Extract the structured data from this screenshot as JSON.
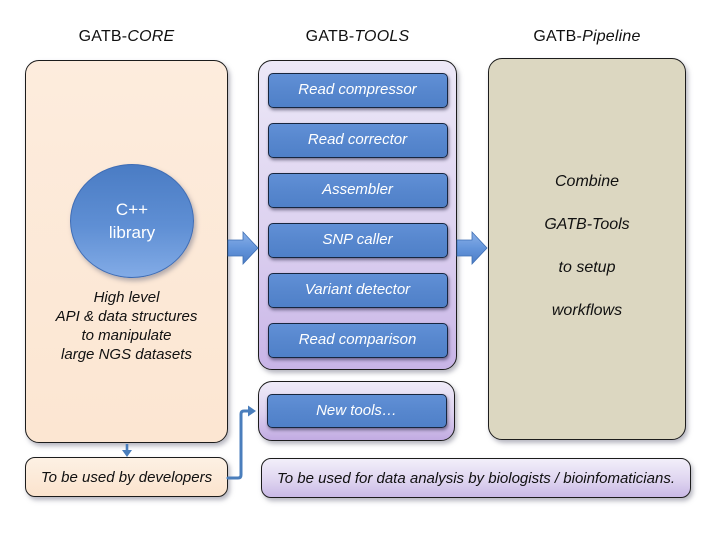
{
  "titles": {
    "core": {
      "prefix": "GATB-",
      "emph": "CORE"
    },
    "tools": {
      "prefix": "GATB-",
      "emph": "TOOLS"
    },
    "pipeline": {
      "prefix": "GATB-",
      "emph": "Pipeline"
    }
  },
  "core": {
    "circle": {
      "line1": "C++",
      "line2": "library"
    },
    "description": [
      "High level",
      "API & data structures",
      "to manipulate",
      "large NGS datasets"
    ],
    "footer": "To be used by developers"
  },
  "tools": {
    "buttons": [
      "Read compressor",
      "Read corrector",
      "Assembler",
      "SNP caller",
      "Variant detector",
      "Read comparison"
    ],
    "new_tools": "New tools…",
    "footer": "To be used for data analysis by biologists / bioinfomaticians."
  },
  "pipeline": {
    "lines": [
      "Combine",
      "GATB-Tools",
      "to setup",
      "workflows"
    ]
  },
  "colors": {
    "core_box": "#fce6d2",
    "tools_box_top": "#ece8f7",
    "tools_box_bottom": "#c8b4e7",
    "pipeline_box": "#dcd7c1",
    "button_blue": "#5787ce",
    "circle_blue_top": "#4a7cc4",
    "circle_blue_bottom": "#82abe6",
    "arrow_blue": "#4a7ebc",
    "text": "#111111",
    "button_text": "#ffffff"
  }
}
